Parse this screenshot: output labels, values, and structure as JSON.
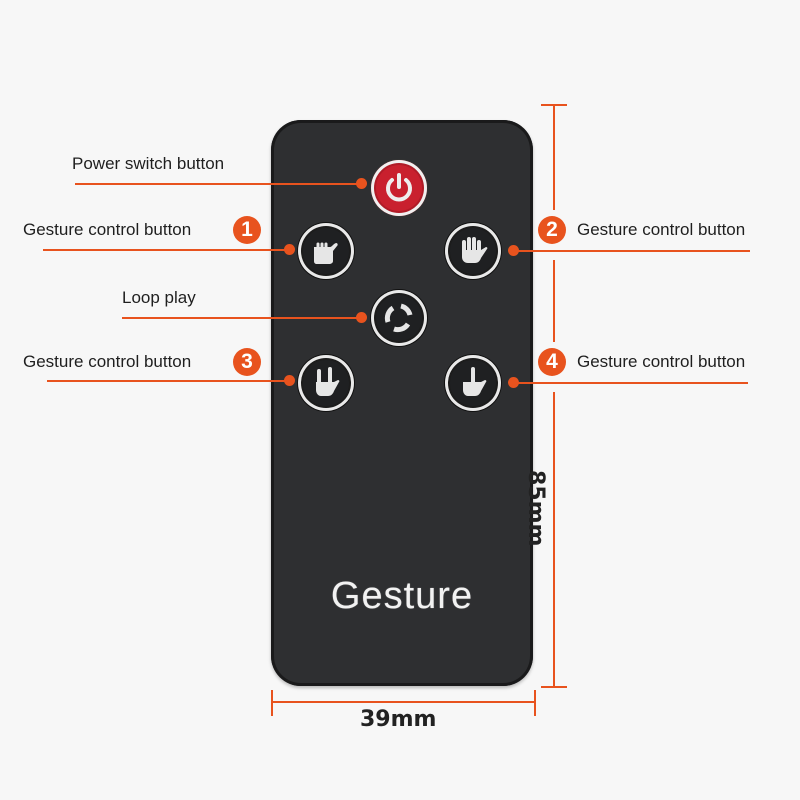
{
  "labels": {
    "power": "Power switch button",
    "gesture1": "Gesture control button",
    "gesture2": "Gesture control button",
    "loop": "Loop play",
    "gesture3": "Gesture control button",
    "gesture4": "Gesture control button"
  },
  "numbers": {
    "n1": "1",
    "n2": "2",
    "n3": "3",
    "n4": "4"
  },
  "remote": {
    "brand": "Gesture"
  },
  "dimensions": {
    "width": "39mm",
    "height": "85mm"
  },
  "colors": {
    "accent": "#e8531e",
    "remote_body": "#2e2f31",
    "power_button": "#c9202e"
  }
}
